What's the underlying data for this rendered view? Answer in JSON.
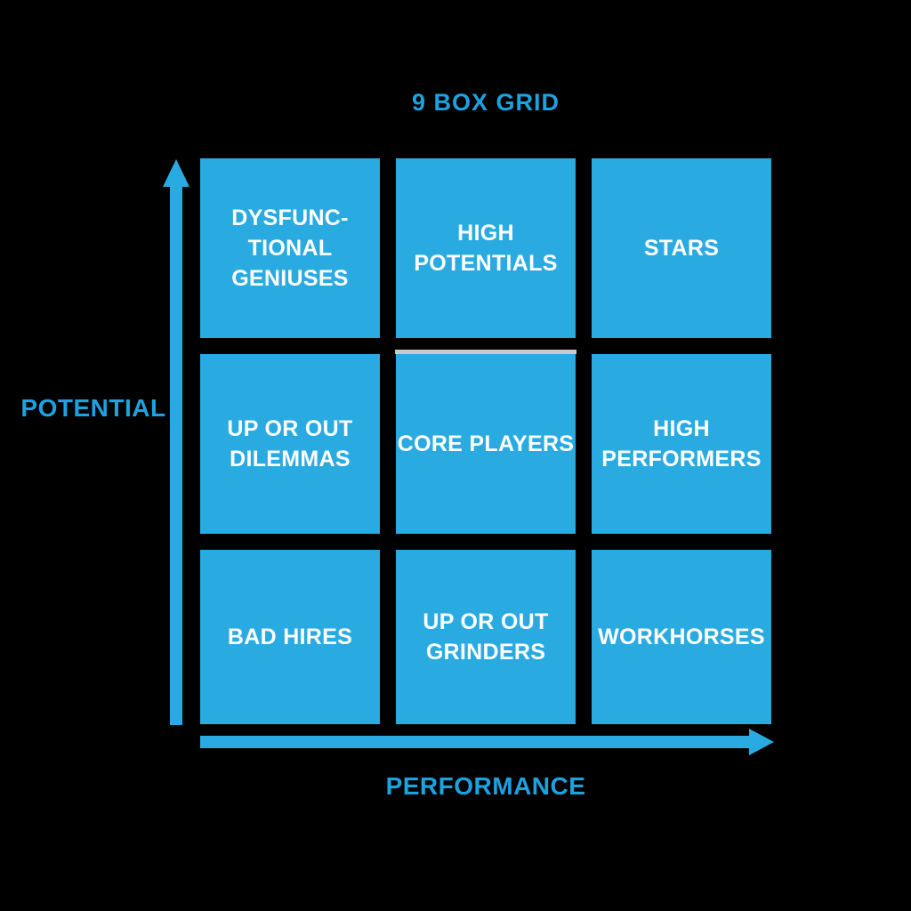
{
  "title": "9 BOX GRID",
  "axes": {
    "y_label": "POTENTIAL",
    "x_label": "PERFORMANCE"
  },
  "colors": {
    "background": "#000000",
    "box_blue": "#29abe2",
    "arrow_blue": "#29abe2",
    "accent_text": "#1da2e0",
    "box_text": "#ffffff",
    "strip_gray": "#c9c9c9"
  },
  "grid": {
    "cells": [
      {
        "id": "dysfunctional-geniuses",
        "lines": [
          "DYSFUNC-",
          "TIONAL",
          "GENIUSES"
        ]
      },
      {
        "id": "high-potentials",
        "lines": [
          "HIGH",
          "POTENTIALS"
        ]
      },
      {
        "id": "stars",
        "lines": [
          "STARS"
        ]
      },
      {
        "id": "up-or-out-dilemmas",
        "lines": [
          "UP OR OUT",
          "DILEMMAS"
        ]
      },
      {
        "id": "core-players",
        "lines": [
          "CORE PLAYERS"
        ]
      },
      {
        "id": "high-performers",
        "lines": [
          "HIGH",
          "PERFORMERS"
        ]
      },
      {
        "id": "bad-hires",
        "lines": [
          "BAD HIRES"
        ]
      },
      {
        "id": "up-or-out-grinders",
        "lines": [
          "UP OR OUT",
          "GRINDERS"
        ]
      },
      {
        "id": "workhorses",
        "lines": [
          "WORKHORSES"
        ]
      }
    ]
  }
}
